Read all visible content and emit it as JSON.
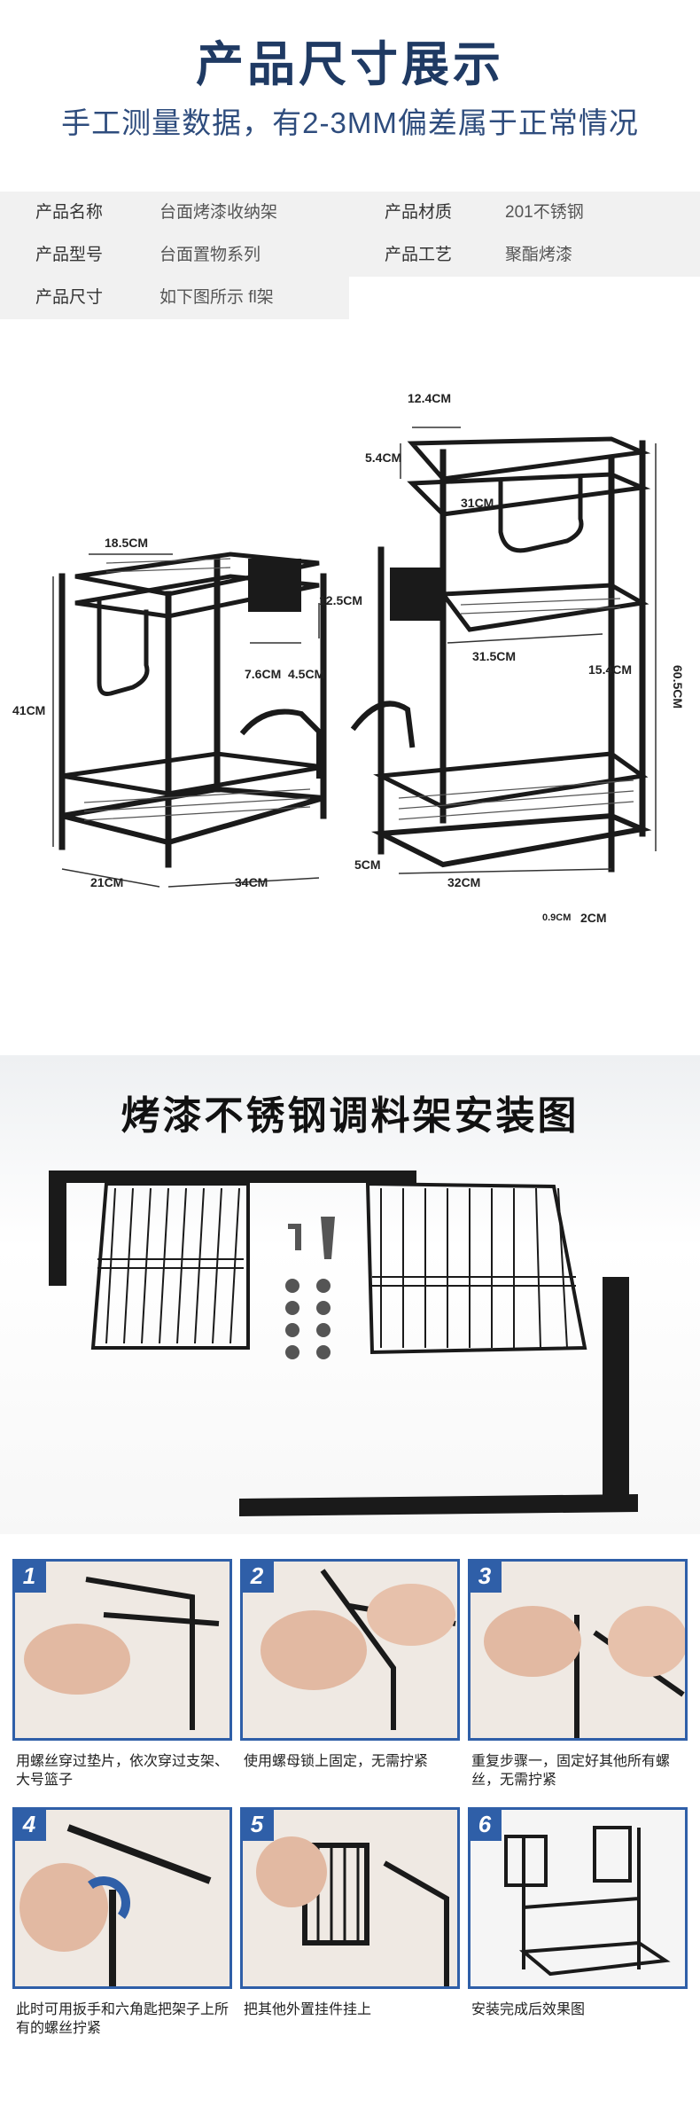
{
  "header": {
    "title": "产品尺寸展示",
    "subtitle": "手工测量数据，有2-3MM偏差属于正常情况"
  },
  "specs": {
    "rows": [
      {
        "k1": "产品名称",
        "v1": "台面烤漆收纳架",
        "k2": "产品材质",
        "v2": "201不锈钢"
      },
      {
        "k1": "产品型号",
        "v1": "台面置物系列",
        "k2": "产品工艺",
        "v2": "聚酯烤漆"
      },
      {
        "k1": "产品尺寸",
        "v1": "如下图所示 fl架",
        "k2": "",
        "v2": ""
      }
    ]
  },
  "dimensions": {
    "left": [
      "18.5CM",
      "12.5CM",
      "41CM",
      "7.6CM",
      "4.5CM",
      "21CM",
      "34CM"
    ],
    "right": [
      "12.4CM",
      "5.4CM",
      "31CM",
      "31.5CM",
      "15.4CM",
      "60.5CM",
      "5CM",
      "32CM",
      "0.9CM",
      "2CM"
    ]
  },
  "install": {
    "title": "烤漆不锈钢调料架安装图"
  },
  "steps": [
    {
      "num": "1",
      "text": "用螺丝穿过垫片，依次穿过支架、大号篮子"
    },
    {
      "num": "2",
      "text": "使用螺母锁上固定，无需拧紧"
    },
    {
      "num": "3",
      "text": "重复步骤一，固定好其他所有螺丝，无需拧紧"
    },
    {
      "num": "4",
      "text": "此时可用扳手和六角匙把架子上所有的螺丝拧紧"
    },
    {
      "num": "5",
      "text": "把其他外置挂件挂上"
    },
    {
      "num": "6",
      "text": "安装完成后效果图"
    }
  ],
  "colors": {
    "accent": "#2f5fa8",
    "title": "#1f3a63"
  }
}
